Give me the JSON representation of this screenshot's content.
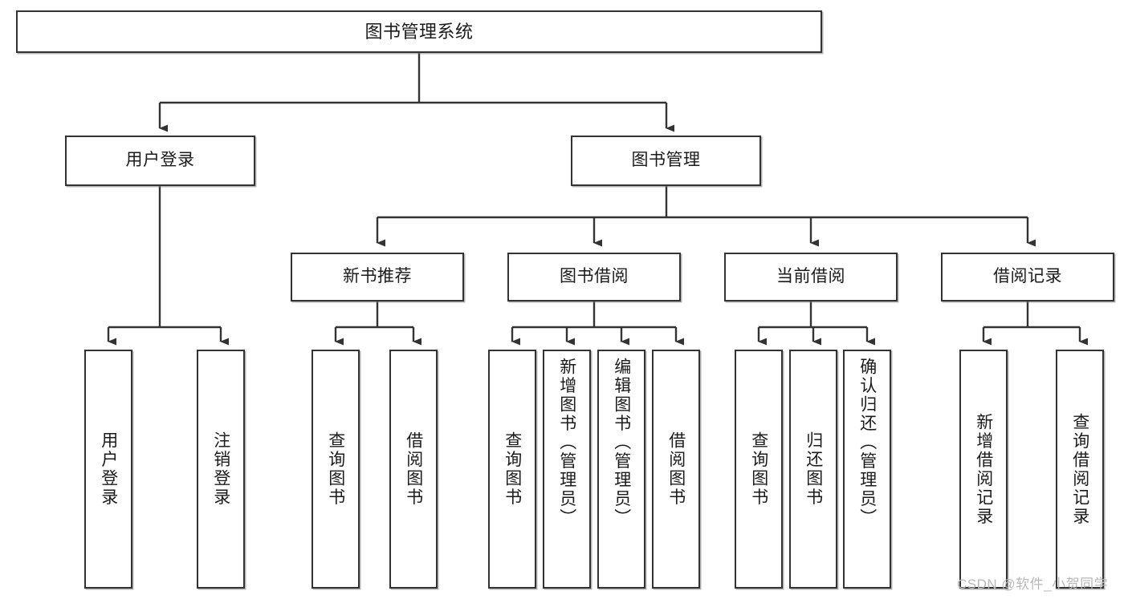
{
  "diagram": {
    "title": "图书管理系统",
    "type": "tree-hierarchy",
    "watermark": "CSDN @软件_小贺同学",
    "colors": {
      "node_border": "#333333",
      "node_fill": "#ffffff",
      "edge": "#333333",
      "text": "#1b1b1b",
      "watermark": "#b8b8b8",
      "background": "#ffffff"
    },
    "nodes": {
      "root": {
        "label": "图书管理系统"
      },
      "level1": [
        {
          "id": "user-login",
          "label": "用户登录"
        },
        {
          "id": "book-manage",
          "label": "图书管理"
        }
      ],
      "level2": [
        {
          "id": "new-book-recommend",
          "label": "新书推荐"
        },
        {
          "id": "book-borrow",
          "label": "图书借阅"
        },
        {
          "id": "current-borrow",
          "label": "当前借阅"
        },
        {
          "id": "borrow-record",
          "label": "借阅记录"
        }
      ],
      "leaves": {
        "user_login": [
          {
            "id": "leaf-user-login",
            "label": "用户登录"
          },
          {
            "id": "leaf-logout-login",
            "label": "注销登录"
          }
        ],
        "new_book_recommend": [
          {
            "id": "leaf-query-book-1",
            "label": "查询图书"
          },
          {
            "id": "leaf-borrow-book-1",
            "label": "借阅图书"
          }
        ],
        "book_borrow": [
          {
            "id": "leaf-query-book-2",
            "label": "查询图书"
          },
          {
            "id": "leaf-add-book",
            "label": "新增图书（管理员）"
          },
          {
            "id": "leaf-edit-book",
            "label": "编辑图书（管理员）"
          },
          {
            "id": "leaf-borrow-book-2",
            "label": "借阅图书"
          }
        ],
        "current_borrow": [
          {
            "id": "leaf-query-book-3",
            "label": "查询图书"
          },
          {
            "id": "leaf-return-book",
            "label": "归还图书"
          },
          {
            "id": "leaf-confirm-return",
            "label": "确认归还（管理员）"
          }
        ],
        "borrow_record": [
          {
            "id": "leaf-add-borrow-record",
            "label": "新增借阅记录"
          },
          {
            "id": "leaf-query-borrow-record",
            "label": "查询借阅记录"
          }
        ]
      }
    }
  }
}
